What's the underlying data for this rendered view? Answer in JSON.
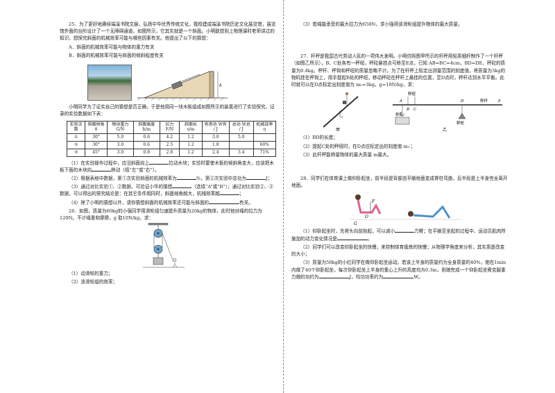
{
  "left": {
    "q25": {
      "intro": "25．为了更好地赓续端溪书院文脉，弘扬中华优秀传统文化，我校建成端溪书院历史文化展览馆，展览馆外面的台阶设计了一个无障碍通道，如图所示，它其实就是一个斜面。小明联想到上物理课时老师讲过的知识，想探究斜面的机械效率可能与哪些因素有关。他提出了以下的猜想：",
      "hypA": "A．斜面的机械效率可能与物体的重力有关",
      "hypB": "B．斜面的机械效率可能与斜面的倾斜程度有关",
      "fig_h": "h",
      "setup": "小明同学为了证实自己的猜想是否正确，于是他用同一块木板组成如图所示的装置进行了实验探究，记录的实验数据如下表：",
      "headers": [
        "实验次数",
        "斜面倾角 θ",
        "物块重力 G/N",
        "斜面高度 h/m",
        "拉力 F/N",
        "斜面长 s/m",
        "有用功 W有 / J",
        "总功 W总 / J",
        "机械效率 η"
      ],
      "rows": [
        [
          "①",
          "30°",
          "5.0",
          "0.6",
          "4.2",
          "1.2",
          "3.0",
          "5.0",
          ""
        ],
        [
          "②",
          "30°",
          "3.0",
          "0.6",
          "2.5",
          "1.2",
          "1.8",
          "",
          "60%"
        ],
        [
          "③",
          "45°",
          "3.0",
          "0.8",
          "2.8",
          "1.2",
          "2.4",
          "3.4",
          "71%"
        ]
      ],
      "s1a": "（1）在实验操作过程中，应沿斜面向上",
      "s1b": "拉动木块；实验时要使木板的倾斜角变大，应该把木板下面的木块向",
      "s1c": "移动（填“左”或“右”）。",
      "s2a": "（2）根据表格中数据，第①次实验斜面的机械效率为",
      "s2b": "%，第②次实验中总功为",
      "s2c": "J；",
      "s3a": "（3）通过对比实验①、②数据，可验证小华的猜想",
      "s3b": "（选填“A”或“B”）；通过对比实验②、③数据，可以得出的探究结论是：在其它条件相同时，斜面倾角越大，机械效率越",
      "s3c": "；",
      "s4a": "（4）除了小明的猜想以外，请你猜想斜面的机械效率还可能与斜面的",
      "s4b": "有关。"
    },
    "q26": {
      "intro": "26．如图，质量为60kg的小强同学用滑轮组匀速提升质量为20kg的物体，此时他对绳的拉力为120N。不计绳重和摩擦，g 取10N/kg，求：",
      "s1": "（1）动滑轮的重力；",
      "s2": "（2）该滑轮组的效率；"
    }
  },
  "right": {
    "q26s3": "（3）若绳能承受的最大拉力为650N，求小强用该滑轮组提升物体的最大质量。",
    "q27": {
      "intro": "27．杆秤是我国古代劳动人民的一项伟大发明。小明仿照图甲所示的杆秤用轻质细杆制作了一个杆秤（如图乙所示），B、C处各有一秤纽，秤砣悬挂点可移至E点，已知 AB=BC=4cm，BD=DE，秤砣的质量为0.4kg。秤杆、秤钩和秤纽的质量忽略不计。为了在杆秤上标定出测量范围的刻度值，将质量为3kg的物码挂在秤钩上，用手提起B处的秤纽，移动秤砣在秤杆上悬挂的位置，至D点时，秤杆达到水平平衡。此时就可以在D点标定出刻度值为 m₀=3kg。g=10N/kg，求：",
      "lbl_jia": "甲",
      "lbl_yi": "乙",
      "lbl_chenggou": "秤钩",
      "lbl_chengtuo": "秤砣",
      "lbl_chenggan": "秤杆",
      "lbl_chengniu": "秤纽",
      "pA": "A",
      "pB": "B",
      "pC": "C",
      "pD": "D",
      "pE": "E",
      "s1": "（1）BD的长度；",
      "s2": "（2）提起C处的秤纽时，在D点应标定出的刻度值 m₀′；",
      "s3": "（3）此杆秤能称量物体的最大质量 m最大。"
    },
    "q28": {
      "intro": "28．同学们在体育课上做仰卧起坐，前半段是背部由平躺地面变成脊柱弯曲，后半段是上半身完全离开地面。",
      "lblF": "F",
      "lblO": "O",
      "lblG": "G",
      "s1a": "（1）仰卧起坐时，先将头向前抬起，可以减小",
      "s1b": "力臂；在平躺至坐起的过程中，运动员肌肉所施加的动力变化情况是",
      "s1c": "。",
      "s2": "（2）同学们可以改变仰卧起坐的快慢，来控制体育锻炼的快慢；从物理学角度来分析，其实质是改变的大小；",
      "s3a": "（3）质量为50kg的小红同学在做仰卧起坐运动。若该上半身的质量约为全身质量的40%，她在1min内做了40个仰卧起坐，每次仰卧起坐上半身的重心上升的高度均为0.3m，则她完成一个仰卧起坐需克服重力做的功约为",
      "s3b": "J，均功功率约为",
      "s3c": "W。"
    }
  }
}
